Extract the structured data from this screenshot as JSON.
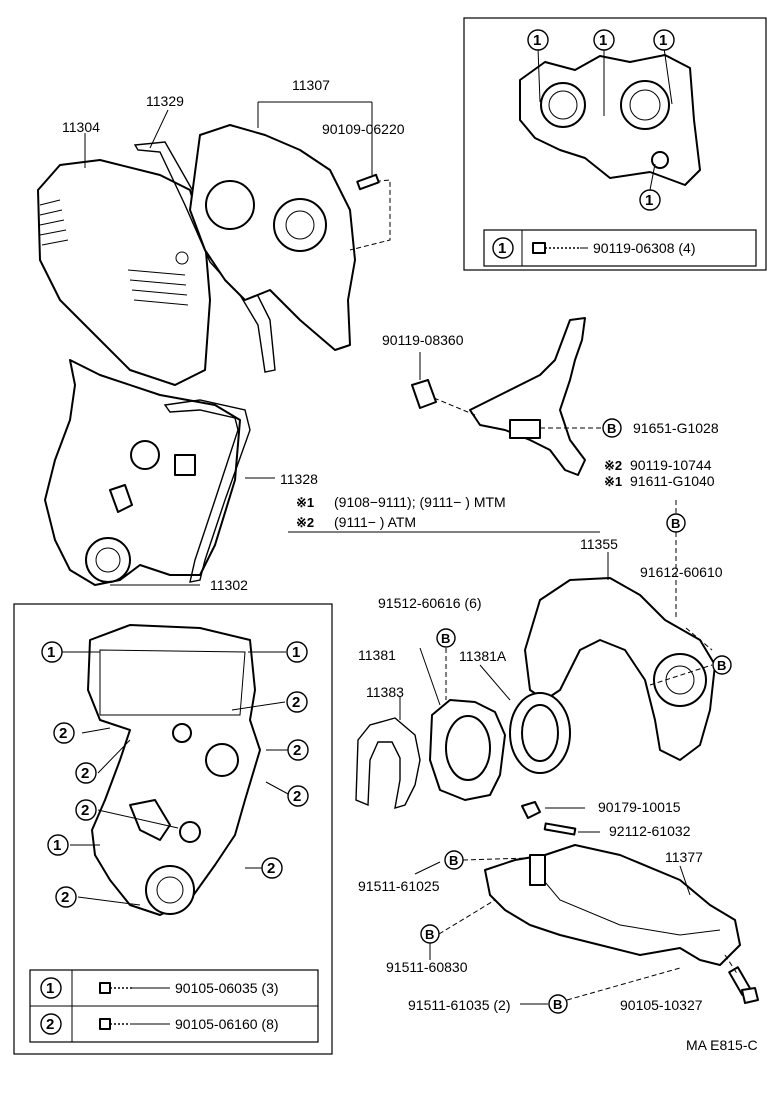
{
  "labels": {
    "p11304": "11304",
    "p11329": "11329",
    "p11307": "11307",
    "p90109_06220": "90109-06220",
    "p11328": "11328",
    "p11302": "11302",
    "p90119_08360": "90119-08360",
    "p91651_g1028": "91651-G1028",
    "p90119_10744": "90119-10744",
    "p91611_g1040": "91611-G1040",
    "p91612_60610": "91612-60610",
    "p11355": "11355",
    "p91512_60616": "91512-60616 (6)",
    "p11381": "11381",
    "p11381a": "11381A",
    "p11383": "11383",
    "p90179_10015": "90179-10015",
    "p92112_61032": "92112-61032",
    "p11377": "11377",
    "p91511_61025": "91511-61025",
    "p91511_60830": "91511-60830",
    "p91511_61035": "91511-61035 (2)",
    "p90105_10327": "90105-10327",
    "code": "MA E815-C"
  },
  "notes": {
    "mark1": "※1",
    "mark2": "※2",
    "note1_text": "(9108−9111); (9111−        ) MTM",
    "note2_text": "(9111−         ) ATM",
    "mark2_small": "※2",
    "mark1_small": "※1"
  },
  "callouts": {
    "one": "1",
    "two": "2",
    "b": "B"
  },
  "legend_top_right": {
    "num": "1",
    "part": "90119-06308 (4)"
  },
  "legend_bottom_left": [
    {
      "num": "1",
      "part": "90105-06035 (3)"
    },
    {
      "num": "2",
      "part": "90105-06160 (8)"
    }
  ]
}
